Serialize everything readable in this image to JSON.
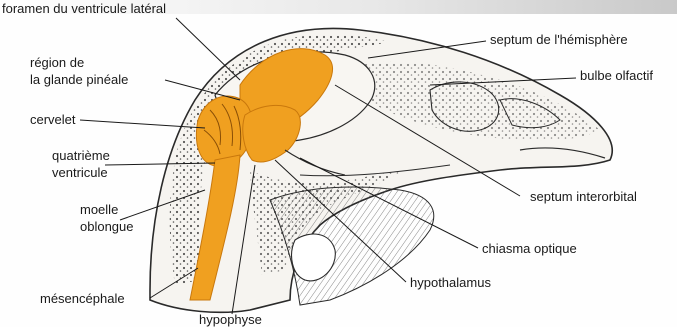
{
  "labels": {
    "foramen": "foramen du ventricule latéral",
    "pineale_1": "région de",
    "pineale_2": "la glande pinéale",
    "cervelet": "cervelet",
    "ventricule_1": "quatrième",
    "ventricule_2": "ventricule",
    "moelle_1": "moelle",
    "moelle_2": "oblongue",
    "mesencephale": "mésencéphale",
    "hypophyse": "hypophyse",
    "hypothalamus": "hypothalamus",
    "chiasma": "chiasma optique",
    "septum_interorbital": "septum interorbital",
    "bulbe": "bulbe olfactif",
    "septum_hemisphere": "septum de l'hémisphère"
  },
  "colors": {
    "brain": "#f0a020",
    "brain_dark": "#c9780c",
    "ink": "#2a2a2a",
    "bone_fill": "#f1eeea"
  }
}
